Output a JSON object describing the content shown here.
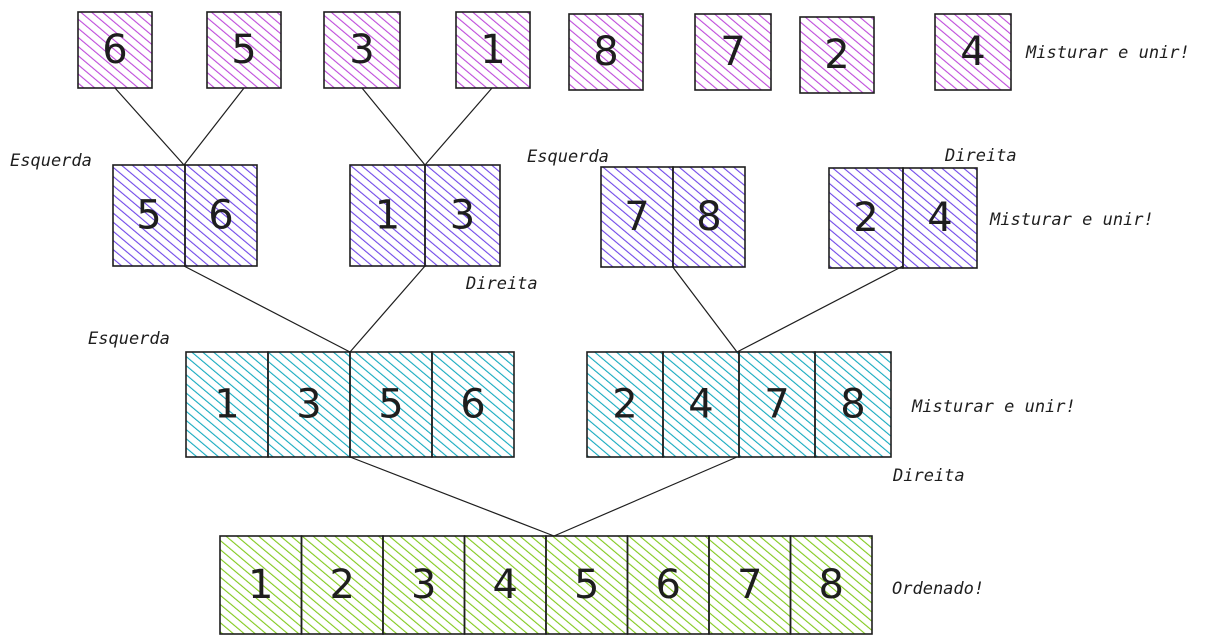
{
  "colors": {
    "level0": "#be4bdb",
    "level1": "#7048e8",
    "level2": "#15aabf",
    "level3": "#82c91e",
    "ink": "#1e1e1e"
  },
  "levels": [
    {
      "id": "level0",
      "groups": [
        {
          "id": "g0a",
          "cells": [
            "6"
          ]
        },
        {
          "id": "g0b",
          "cells": [
            "5"
          ]
        },
        {
          "id": "g0c",
          "cells": [
            "3"
          ]
        },
        {
          "id": "g0d",
          "cells": [
            "1"
          ]
        },
        {
          "id": "g0e",
          "cells": [
            "8"
          ]
        },
        {
          "id": "g0f",
          "cells": [
            "7"
          ]
        },
        {
          "id": "g0g",
          "cells": [
            "2"
          ]
        },
        {
          "id": "g0h",
          "cells": [
            "4"
          ]
        }
      ]
    },
    {
      "id": "level1",
      "groups": [
        {
          "id": "g1a",
          "cells": [
            "5",
            "6"
          ]
        },
        {
          "id": "g1b",
          "cells": [
            "1",
            "3"
          ]
        },
        {
          "id": "g1c",
          "cells": [
            "7",
            "8"
          ]
        },
        {
          "id": "g1d",
          "cells": [
            "2",
            "4"
          ]
        }
      ]
    },
    {
      "id": "level2",
      "groups": [
        {
          "id": "g2a",
          "cells": [
            "1",
            "3",
            "5",
            "6"
          ]
        },
        {
          "id": "g2b",
          "cells": [
            "2",
            "4",
            "7",
            "8"
          ]
        }
      ]
    },
    {
      "id": "level3",
      "groups": [
        {
          "id": "g3a",
          "cells": [
            "1",
            "2",
            "3",
            "4",
            "5",
            "6",
            "7",
            "8"
          ]
        }
      ]
    }
  ],
  "labels": {
    "merge_row0": "Misturar e unir!",
    "merge_row1": "Misturar e unir!",
    "merge_row2": "Misturar e unir!",
    "sorted": "Ordenado!",
    "left_a": "Esquerda",
    "left_b": "Esquerda",
    "left_c": "Esquerda",
    "right_a": "Direita",
    "right_b": "Direita",
    "right_c": "Direita"
  }
}
